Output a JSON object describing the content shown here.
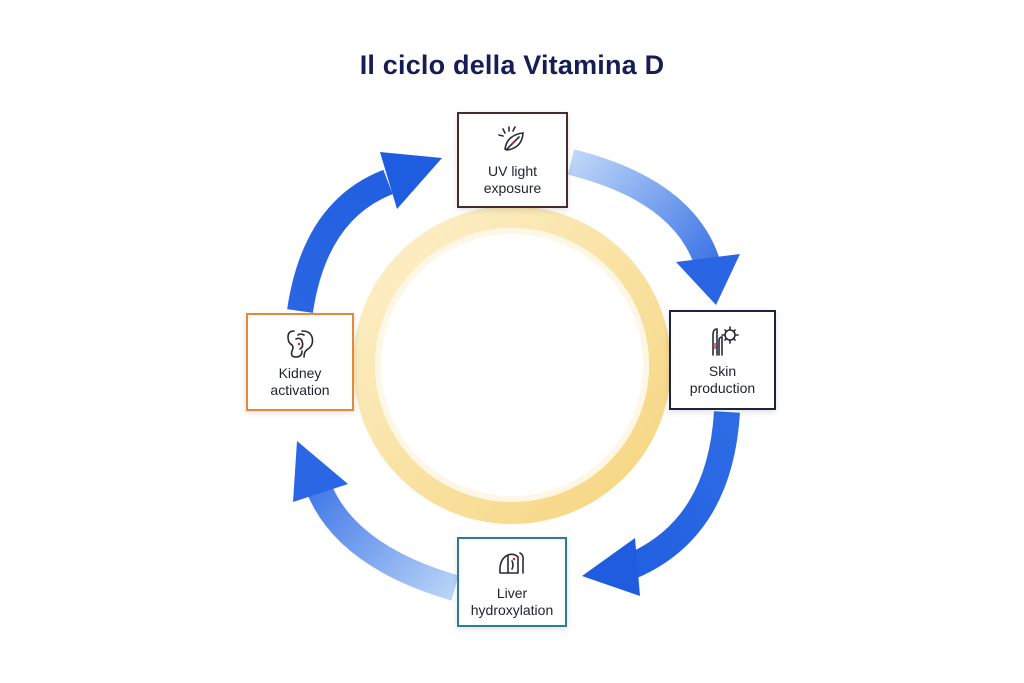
{
  "title": "Il ciclo della Vitamina D",
  "colors": {
    "title": "#151d57",
    "arrow_dark": "#1f5fe0",
    "arrow_light": "#a9c9f8",
    "ring_outer": "#f7d98a",
    "ring_inner": "#fdf3d8"
  },
  "nodes": [
    {
      "id": "uv",
      "line1": "UV light",
      "line2": "exposure",
      "icon": "sun-leaf-icon",
      "border": "#4a2b2b"
    },
    {
      "id": "skin",
      "line1": "Skin",
      "line2": "production",
      "icon": "skin-sun-icon",
      "border": "#1c2540"
    },
    {
      "id": "liver",
      "line1": "Liver",
      "line2": "hydroxylation",
      "icon": "liver-icon",
      "border": "#2b7d94"
    },
    {
      "id": "kidney",
      "line1": "Kidney",
      "line2": "activation",
      "icon": "kidney-icon",
      "border": "#e8873a"
    }
  ]
}
